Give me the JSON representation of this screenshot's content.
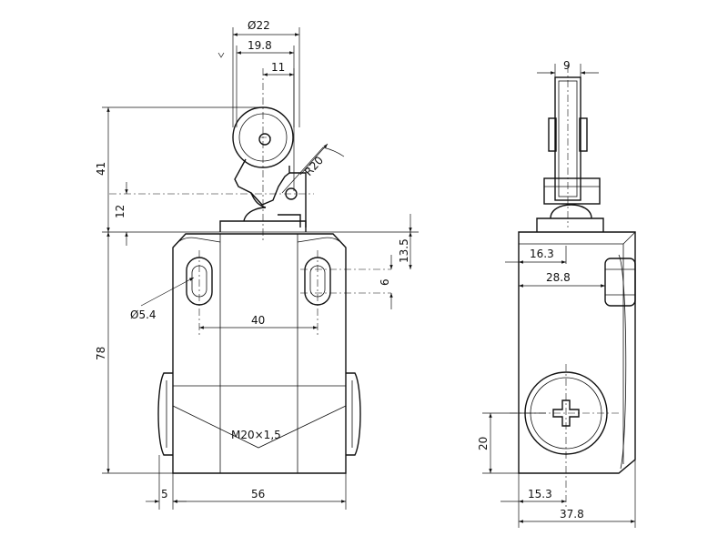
{
  "front_view": {
    "dims": {
      "d22": "Ø22",
      "d19_8": "19.8",
      "d11": "11",
      "d41": "41",
      "d12": "12",
      "r20": "R20",
      "d13_5": "13.5",
      "d6": "6",
      "d5_4": "Ø5.4",
      "d40": "40",
      "d78": "78",
      "thread": "M20×1,5",
      "d5": "5",
      "d56": "56"
    }
  },
  "side_view": {
    "dims": {
      "d9": "9",
      "d16_3": "16.3",
      "d28_8": "28.8",
      "d20": "20",
      "d15_3": "15.3",
      "d37_8": "37.8"
    }
  }
}
